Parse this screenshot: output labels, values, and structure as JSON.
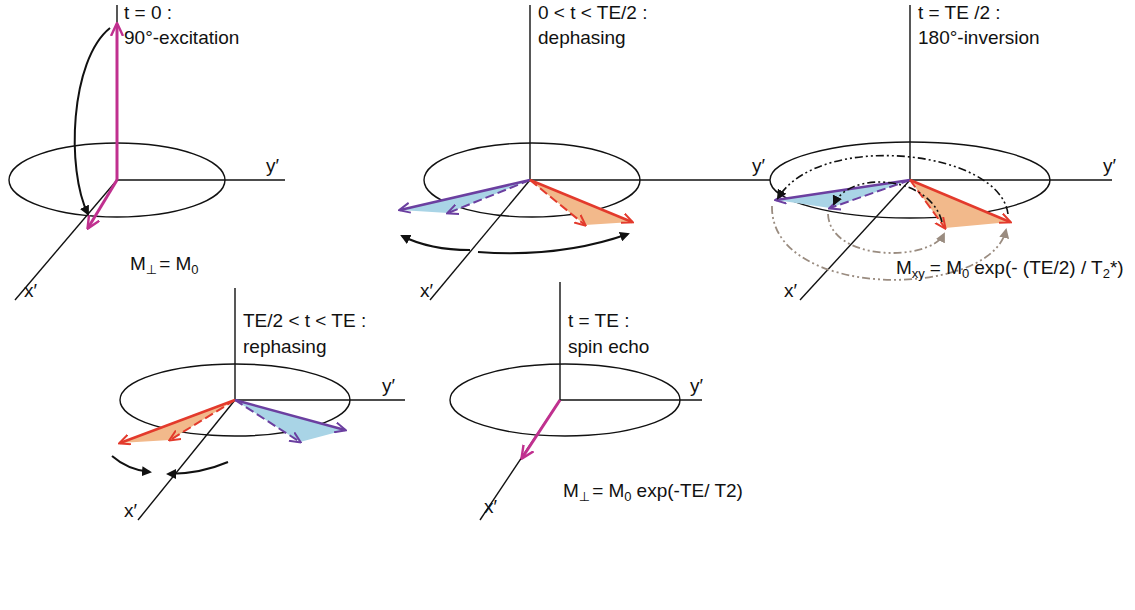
{
  "diagram": {
    "labels": [
      "t = 0 :",
      "90°-excitation",
      "y′",
      "x′",
      "M",
      "⊥",
      "= M",
      "0",
      "0 < t < TE/2 :",
      "dephasing",
      "y′",
      "x′",
      "t = TE /2 :",
      "180°-inversion",
      "y′",
      "x′",
      "M",
      "xy",
      "= M",
      "0",
      "exp(- (TE/2) / T",
      "2",
      "*)",
      "TE/2 < t < TE :",
      "rephasing",
      "y′",
      "x′",
      "t = TE :",
      "spin echo",
      "y′",
      "x′",
      "M",
      "⊥",
      "= M",
      "0",
      "exp(-TE/ T2)"
    ]
  }
}
